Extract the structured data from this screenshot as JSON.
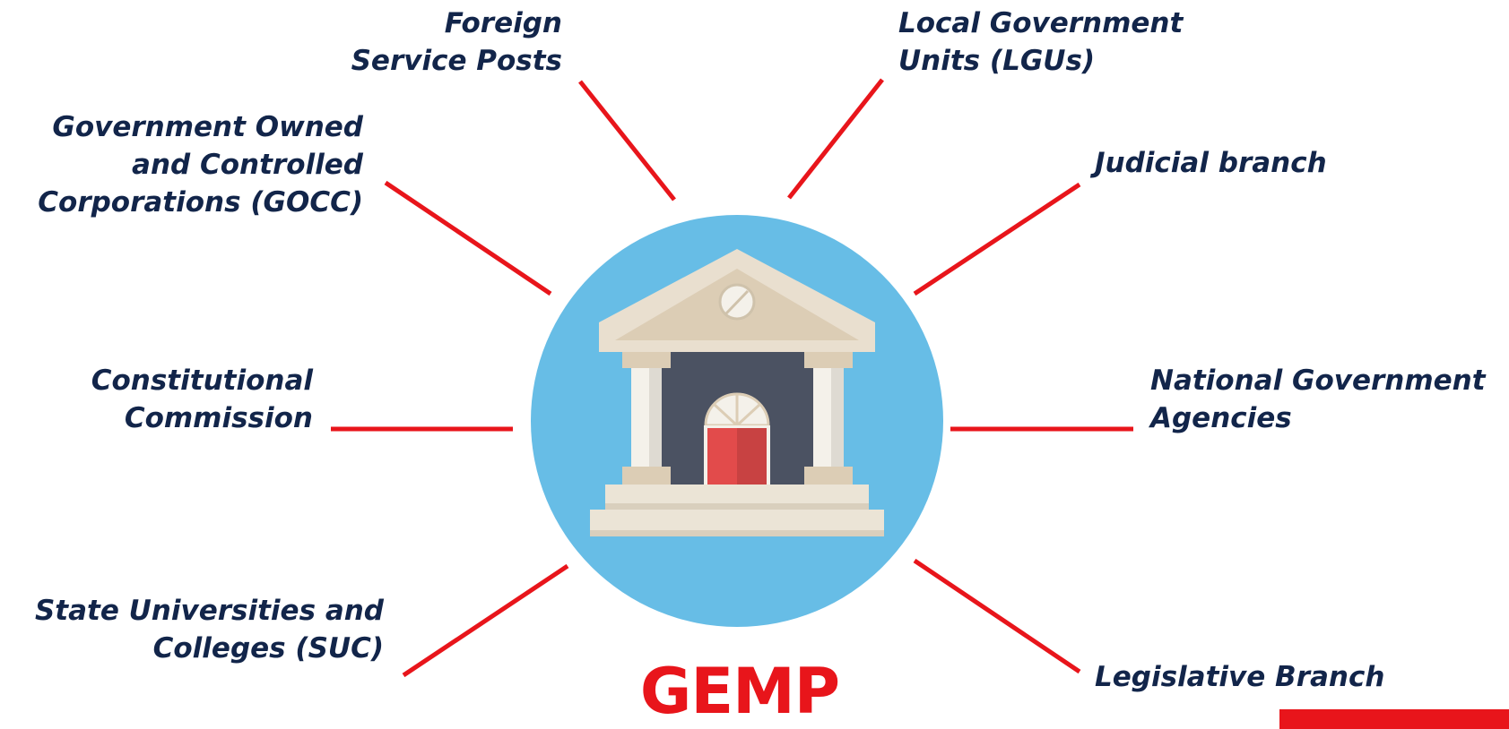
{
  "center": {
    "title": "GEMP"
  },
  "nodes": {
    "foreign_service": {
      "lines": [
        "Foreign",
        "Service Posts"
      ]
    },
    "gocc": {
      "lines": [
        "Government Owned",
        "and Controlled",
        "Corporations (GOCC)"
      ]
    },
    "constitutional": {
      "lines": [
        "Constitutional",
        "Commission"
      ]
    },
    "suc": {
      "lines": [
        "State Universities and",
        "Colleges (SUC)"
      ]
    },
    "lgu": {
      "lines": [
        "Local Government",
        "Units (LGUs)"
      ]
    },
    "judicial": {
      "lines": [
        "Judicial branch"
      ]
    },
    "national": {
      "lines": [
        "National Government",
        "Agencies"
      ]
    },
    "legislative": {
      "lines": [
        "Legislative Branch"
      ]
    }
  },
  "colors": {
    "connector": "#e8151b",
    "label_text": "#12254a",
    "title": "#e8151b",
    "circle": "#67bde6",
    "building_roof": "#e9dfcf",
    "building_wall": "#4b5262",
    "door": "#e24b4b",
    "accent_bar": "#e8151b"
  },
  "icons": {
    "center": "government-building-icon"
  }
}
